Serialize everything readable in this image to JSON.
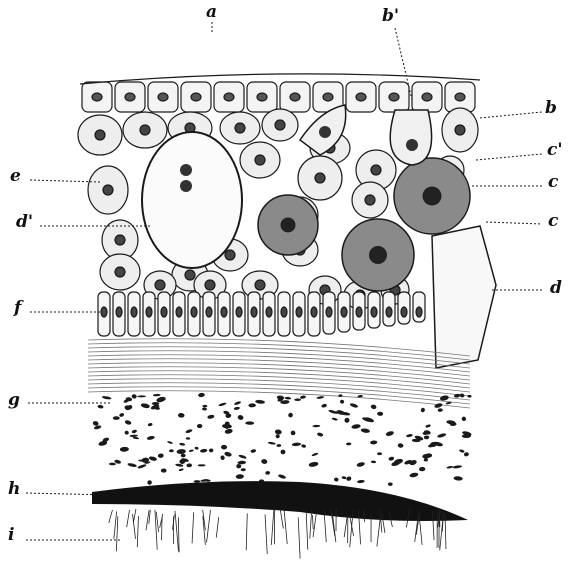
{
  "figure": {
    "ink_color": "#1a1a1a",
    "background": "#ffffff",
    "labels": {
      "a": "a",
      "b_prime": "b'",
      "b": "b",
      "c_prime": "c'",
      "c_upper": "c",
      "c_lower": "c",
      "e": "e",
      "d_prime": "d'",
      "d": "d",
      "f": "f",
      "g": "g",
      "h": "h",
      "i": "i"
    }
  }
}
